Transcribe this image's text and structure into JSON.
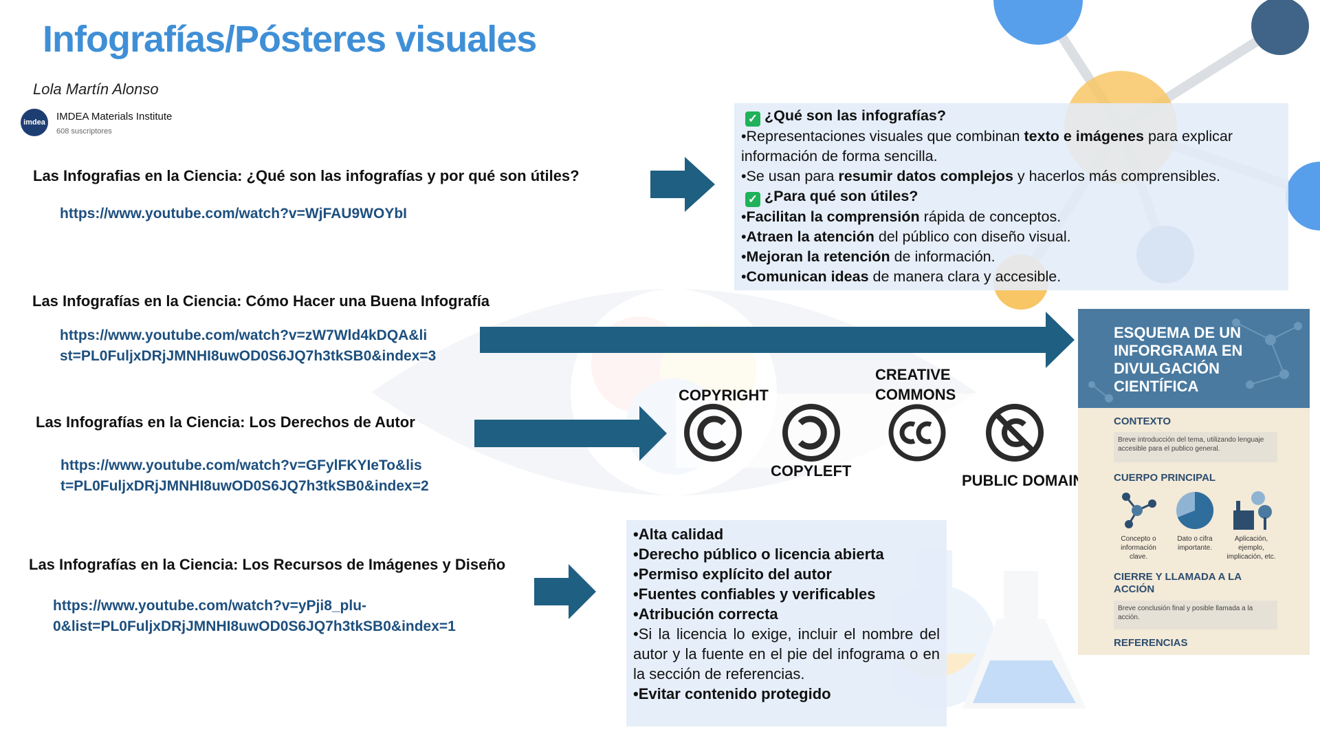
{
  "title": "Infografías/Pósteres visuales",
  "author": "Lola Martín Alonso",
  "channel": {
    "logo_text": "imdea",
    "name": "IMDEA Materials Institute",
    "subscribers": "608 suscriptores"
  },
  "videos": [
    {
      "heading": "Las Infografias en la Ciencia: ¿Qué son las infografías y por qué son útiles?",
      "link_lines": [
        "https://www.youtube.com/watch?v=WjFAU9WOYbI"
      ]
    },
    {
      "heading": "Las Infografías en la Ciencia: Cómo Hacer una Buena Infografía",
      "link_lines": [
        "https://www.youtube.com/watch?v=zW7Wld4kDQA&li",
        "st=PL0FuljxDRjJMNHI8uwOD0S6JQ7h3tkSB0&index=3"
      ]
    },
    {
      "heading": "Las Infografías en la Ciencia: Los Derechos de Autor",
      "link_lines": [
        "https://www.youtube.com/watch?v=GFylFKYIeTo&lis",
        "t=PL0FuljxDRjJMNHI8uwOD0S6JQ7h3tkSB0&index=2"
      ]
    },
    {
      "heading": "Las Infografías en la Ciencia: Los Recursos de Imágenes y Diseño",
      "link_lines": [
        "https://www.youtube.com/watch?v=yPji8_plu-",
        "0&list=PL0FuljxDRjJMNHI8uwOD0S6JQ7h3tkSB0&index=1"
      ]
    }
  ],
  "info_panel": {
    "q1": "¿Qué son las infografías?",
    "l1": {
      "a": "•Representaciones visuales que combinan ",
      "b": "texto e imágenes",
      "c": " para explicar información de forma sencilla."
    },
    "l2": {
      "a": "•Se usan para ",
      "b": "resumir datos complejos",
      "c": " y hacerlos más comprensibles."
    },
    "q2": "¿Para qué son útiles?",
    "l3": {
      "a": "•",
      "b": "Facilitan la comprensión",
      "c": " rápida de conceptos."
    },
    "l4": {
      "a": "•",
      "b": "Atraen la atención",
      "c": " del público con diseño visual."
    },
    "l5": {
      "a": "•",
      "b": "Mejoran la retención",
      "c": " de información."
    },
    "l6": {
      "a": "•",
      "b": "Comunican ideas",
      "c": " de manera clara y accesible."
    }
  },
  "licenses": {
    "copyright": "COPYRIGHT",
    "copyleft": "COPYLEFT",
    "cc_line1": "CREATIVE",
    "cc_line2": "COMMONS",
    "public_domain": "PUBLIC DOMAIN"
  },
  "criteria": {
    "items": [
      "•Alta calidad",
      "•Derecho público o licencia abierta",
      "•Permiso explícito del autor",
      "•Fuentes confiables y verificables",
      "•Atribución correcta"
    ],
    "note": "•Si la licencia lo exige, incluir el nombre del autor y la fuente en el pie del infograma o en la sección de referencias.",
    "last": "•Evitar contenido protegido"
  },
  "infographic": {
    "title": "ESQUEMA DE UN INFORGRAMA EN DIVULGACIÓN CIENTÍFICA",
    "contexto": "CONTEXTO",
    "contexto_text": "Breve introducción del tema, utilizando lenguaje accesible para el publico general.",
    "cuerpo": "CUERPO PRINCIPAL",
    "cap1": "Concepto o información clave.",
    "cap2": "Dato o cifra importante.",
    "cap3": "Aplicación, ejemplo, implicación, etc.",
    "cierre": "CIERRE Y LLAMADA A LA ACCIÓN",
    "cierre_text": "Breve conclusión final y posible llamada a la acción.",
    "referencias": "REFERENCIAS"
  },
  "colors": {
    "title": "#3f8fd6",
    "link": "#1d4f7e",
    "arrow": "#1f5f82",
    "panel": "#e2ecf8",
    "check": "#1fb25a"
  }
}
